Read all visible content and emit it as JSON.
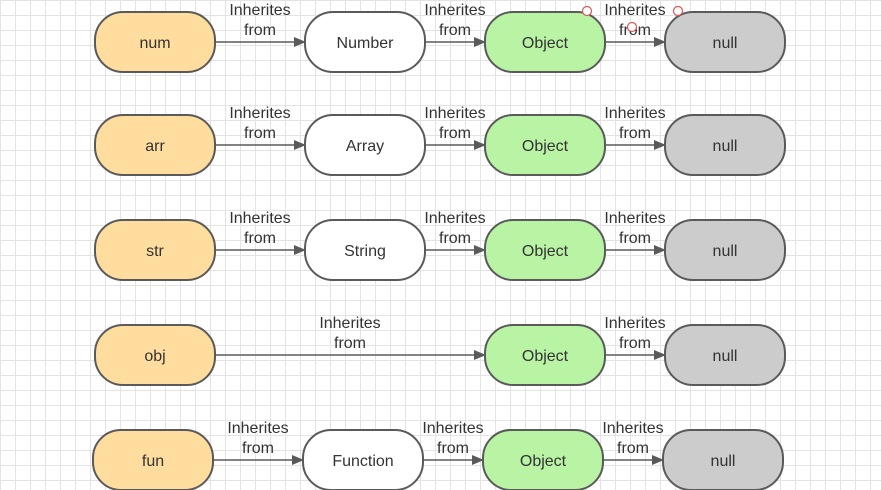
{
  "colors": {
    "source": "#ffdd9e",
    "prototype": "#ffffff",
    "object": "#b9f3a4",
    "null": "#cccccc",
    "stroke": "#5a5a5a",
    "selection": "#e05555"
  },
  "edge_label": [
    "Inherites",
    "from"
  ],
  "rows": [
    {
      "source": "num",
      "prototype": "Number",
      "object": "Object",
      "end": "null"
    },
    {
      "source": "arr",
      "prototype": "Array",
      "object": "Object",
      "end": "null"
    },
    {
      "source": "str",
      "prototype": "String",
      "object": "Object",
      "end": "null"
    },
    {
      "source": "obj",
      "prototype": null,
      "object": "Object",
      "end": "null"
    },
    {
      "source": "fun",
      "prototype": "Function",
      "object": "Object",
      "end": "null"
    }
  ]
}
